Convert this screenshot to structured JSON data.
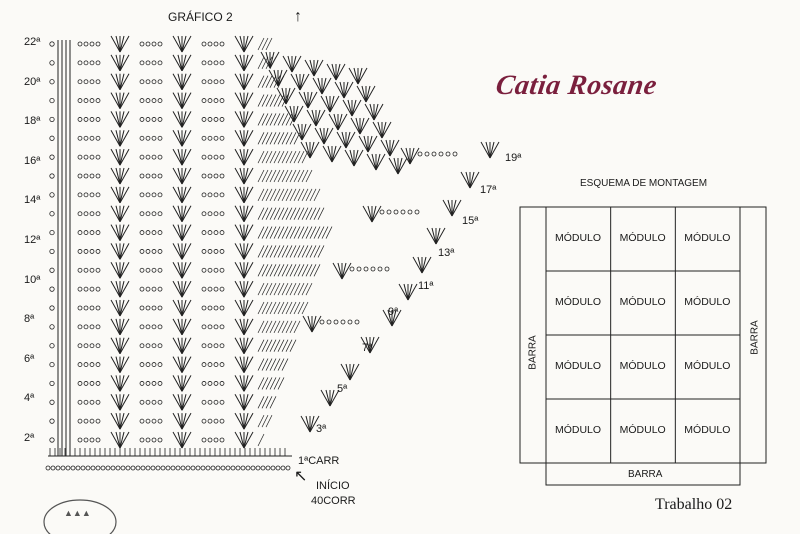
{
  "chart": {
    "title": "GRÁFICO 2",
    "row_labels": [
      "22ª",
      "20ª",
      "18ª",
      "16ª",
      "14ª",
      "12ª",
      "10ª",
      "8ª",
      "6ª",
      "4ª",
      "2ª"
    ],
    "round_labels": [
      "19ª",
      "17ª",
      "15ª",
      "13ª",
      "11ª",
      "9ª",
      "7ª",
      "5ª",
      "3ª"
    ],
    "start_row": "1ªCARR",
    "start_label": "INÍCIO",
    "chain_count": "40CORR"
  },
  "signature": "Catia Rosane",
  "scheme": {
    "title": "ESQUEMA DE MONTAGEM",
    "module_label": "MÓDULO",
    "rows": 4,
    "cols": 3,
    "bar_label": "BARRA"
  },
  "footer": {
    "text": "Trabalho 02"
  }
}
